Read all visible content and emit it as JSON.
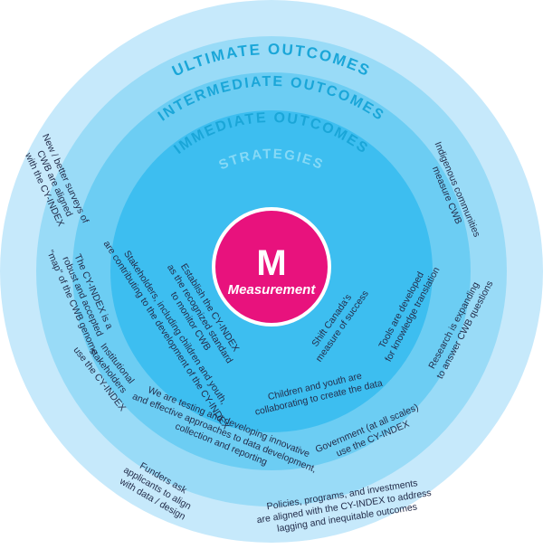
{
  "rings": {
    "ultimate": {
      "title": "ULTIMATE OUTCOMES",
      "color": "#c6e9fb"
    },
    "intermediate": {
      "title": "INTERMEDIATE OUTCOMES",
      "color": "#99dbf7"
    },
    "immediate": {
      "title": "IMMEDIATE OUTCOMES",
      "color": "#6ccdf3"
    },
    "strategies": {
      "title": "STRATEGIES",
      "color": "#3dbef0"
    }
  },
  "center": {
    "letter": "M",
    "word": "Measurement",
    "color": "#e8127d"
  },
  "title_color": "#1aa6d8",
  "label_color": "#232d4b",
  "strategies": {
    "left": [
      "Establish the CY-INDEX",
      "as the recognized standard",
      "to monitor CWB"
    ],
    "right": [
      "Shift Canada's",
      "measure of success"
    ]
  },
  "immediate": {
    "stakeholders": [
      "Stakeholders, including children and youth,",
      "are contributing to the development of the CY-INDEX"
    ],
    "children_youth": [
      "Children and youth are",
      "collaborating to create the data"
    ],
    "tools": [
      "Tools are developed",
      "for knowledge translation"
    ]
  },
  "intermediate": {
    "institutional": [
      "Institutional",
      "stakeholders",
      "use the CY-INDEX"
    ],
    "testing": [
      "We are testing and developing innovative",
      "and effective approaches to data development,",
      "collection and reporting"
    ],
    "government": [
      "Government (at all scales)",
      "use the CY-INDEX"
    ],
    "research": [
      "Research is expanding",
      "to answer CWB questions"
    ],
    "cyindex_map": [
      "The CY-INDEX is a",
      "robust and accepted",
      "\"map\" of the CWB genome"
    ]
  },
  "ultimate": {
    "new_surveys": [
      "New / better surveys of",
      "CWB are aligned",
      "with the CY-INDEX"
    ],
    "indigenous": [
      "Indigenous communities",
      "measure CWB"
    ],
    "funders": [
      "Funders ask",
      "applicants to align",
      "with data / design"
    ],
    "policies": [
      "Policies, programs, and investments",
      "are aligned with the CY-INDEX to address",
      "lagging and inequitable outcomes"
    ]
  }
}
